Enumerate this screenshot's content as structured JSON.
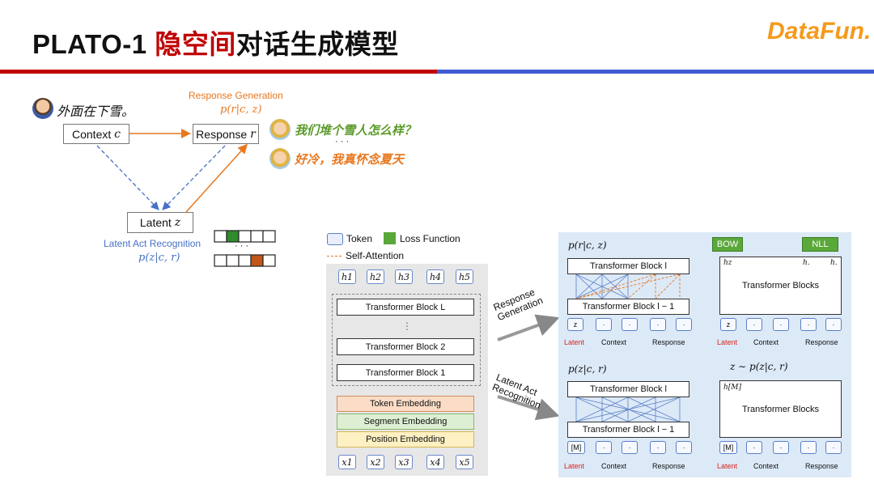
{
  "header": {
    "title_pre": "PLATO-1 ",
    "title_hl": "隐空间",
    "title_post": "对话生成模型",
    "logo": "DataFun."
  },
  "left": {
    "utterance": "外面在下雪。",
    "context": "Context",
    "context_var": "c",
    "response": "Response",
    "response_var": "r",
    "latent": "Latent",
    "latent_var": "z",
    "gen_label": "Response Generation",
    "gen_formula": "p(r|c, z)",
    "rec_label": "Latent Act Recognition",
    "rec_formula": "p(z|c, r)",
    "reply1": "我们堆个雪人怎么样？",
    "ellipsis": "· · ·",
    "reply2": "好冷，我真怀念夏天",
    "ellipsis2": "· · ·"
  },
  "legend": {
    "token": "Token",
    "loss": "Loss Function",
    "self_attention": "Self-Attention"
  },
  "middle": {
    "h": [
      "h1",
      "h2",
      "h3",
      "h4",
      "h5"
    ],
    "block_L": "Transformer Block L",
    "vdots": "⋮",
    "block_2": "Transformer Block 2",
    "block_1": "Transformer Block 1",
    "token_emb": "Token Embedding",
    "segment_emb": "Segment Embedding",
    "position_emb": "Position Embedding",
    "x": [
      "x1",
      "x2",
      "x3",
      "x4",
      "x5"
    ]
  },
  "arrows": {
    "top": "Response Generation",
    "bottom": "Latent Act Recognition"
  },
  "right": {
    "top_formula": "p(r|c, z)",
    "block_l": "Transformer Block l",
    "block_l1": "Transformer Block l − 1",
    "z_tok": "z",
    "dot": "·",
    "latent": "Latent",
    "context": "Context",
    "response": "Response",
    "bow": "BOW",
    "nll": "NLL",
    "hz": "hz",
    "h_dot": "h.",
    "transformer_blocks": "Transformer Blocks",
    "bottom_formula": "p(z|c, r)",
    "sample_formula": "z ∼ p(z|c, r)",
    "m_tok": "[M]",
    "hm": "h[M]"
  },
  "colors": {
    "title_red": "#c00000",
    "bar_blue": "#3f5bd6",
    "orange": "#e8771e",
    "blue": "#4671c6",
    "green_loss": "#5aa83a",
    "panel_blue": "#dce9f7"
  }
}
